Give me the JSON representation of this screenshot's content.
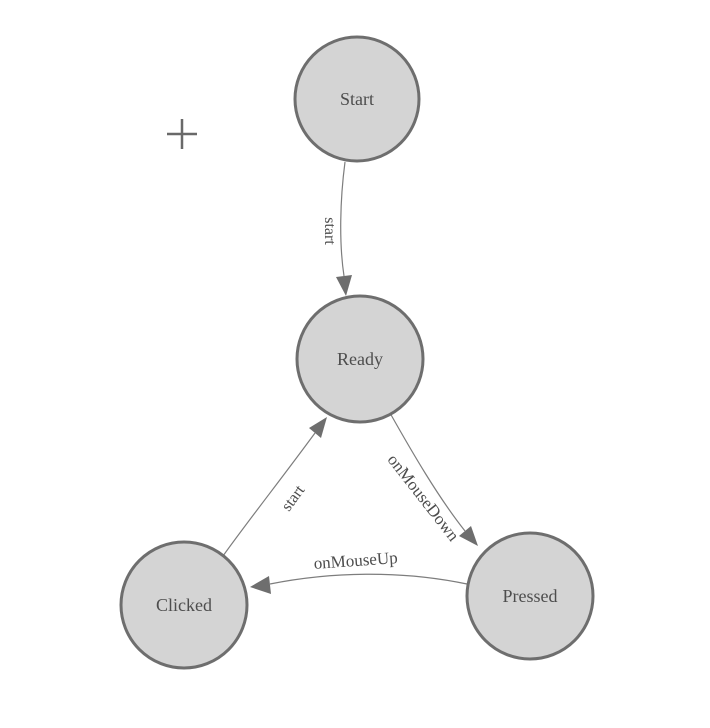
{
  "diagram": {
    "type": "state-machine",
    "nodes": [
      {
        "id": "start",
        "label": "Start"
      },
      {
        "id": "ready",
        "label": "Ready"
      },
      {
        "id": "clicked",
        "label": "Clicked"
      },
      {
        "id": "pressed",
        "label": "Pressed"
      }
    ],
    "edges": [
      {
        "from": "start",
        "to": "ready",
        "label": "start"
      },
      {
        "from": "clicked",
        "to": "ready",
        "label": "start"
      },
      {
        "from": "ready",
        "to": "pressed",
        "label": "onMouseDown"
      },
      {
        "from": "pressed",
        "to": "clicked",
        "label": "onMouseUp"
      }
    ]
  },
  "icons": {
    "crosshair": "plus-crosshair"
  },
  "colors": {
    "bg": "#ffffff",
    "node_fill": "#d4d4d4",
    "node_stroke": "#6e6e6e",
    "edge_color": "#7d7d7d",
    "arrow_fill": "#6e6e6e",
    "label_color": "#4d4d4d",
    "crosshair_color": "#696969"
  }
}
